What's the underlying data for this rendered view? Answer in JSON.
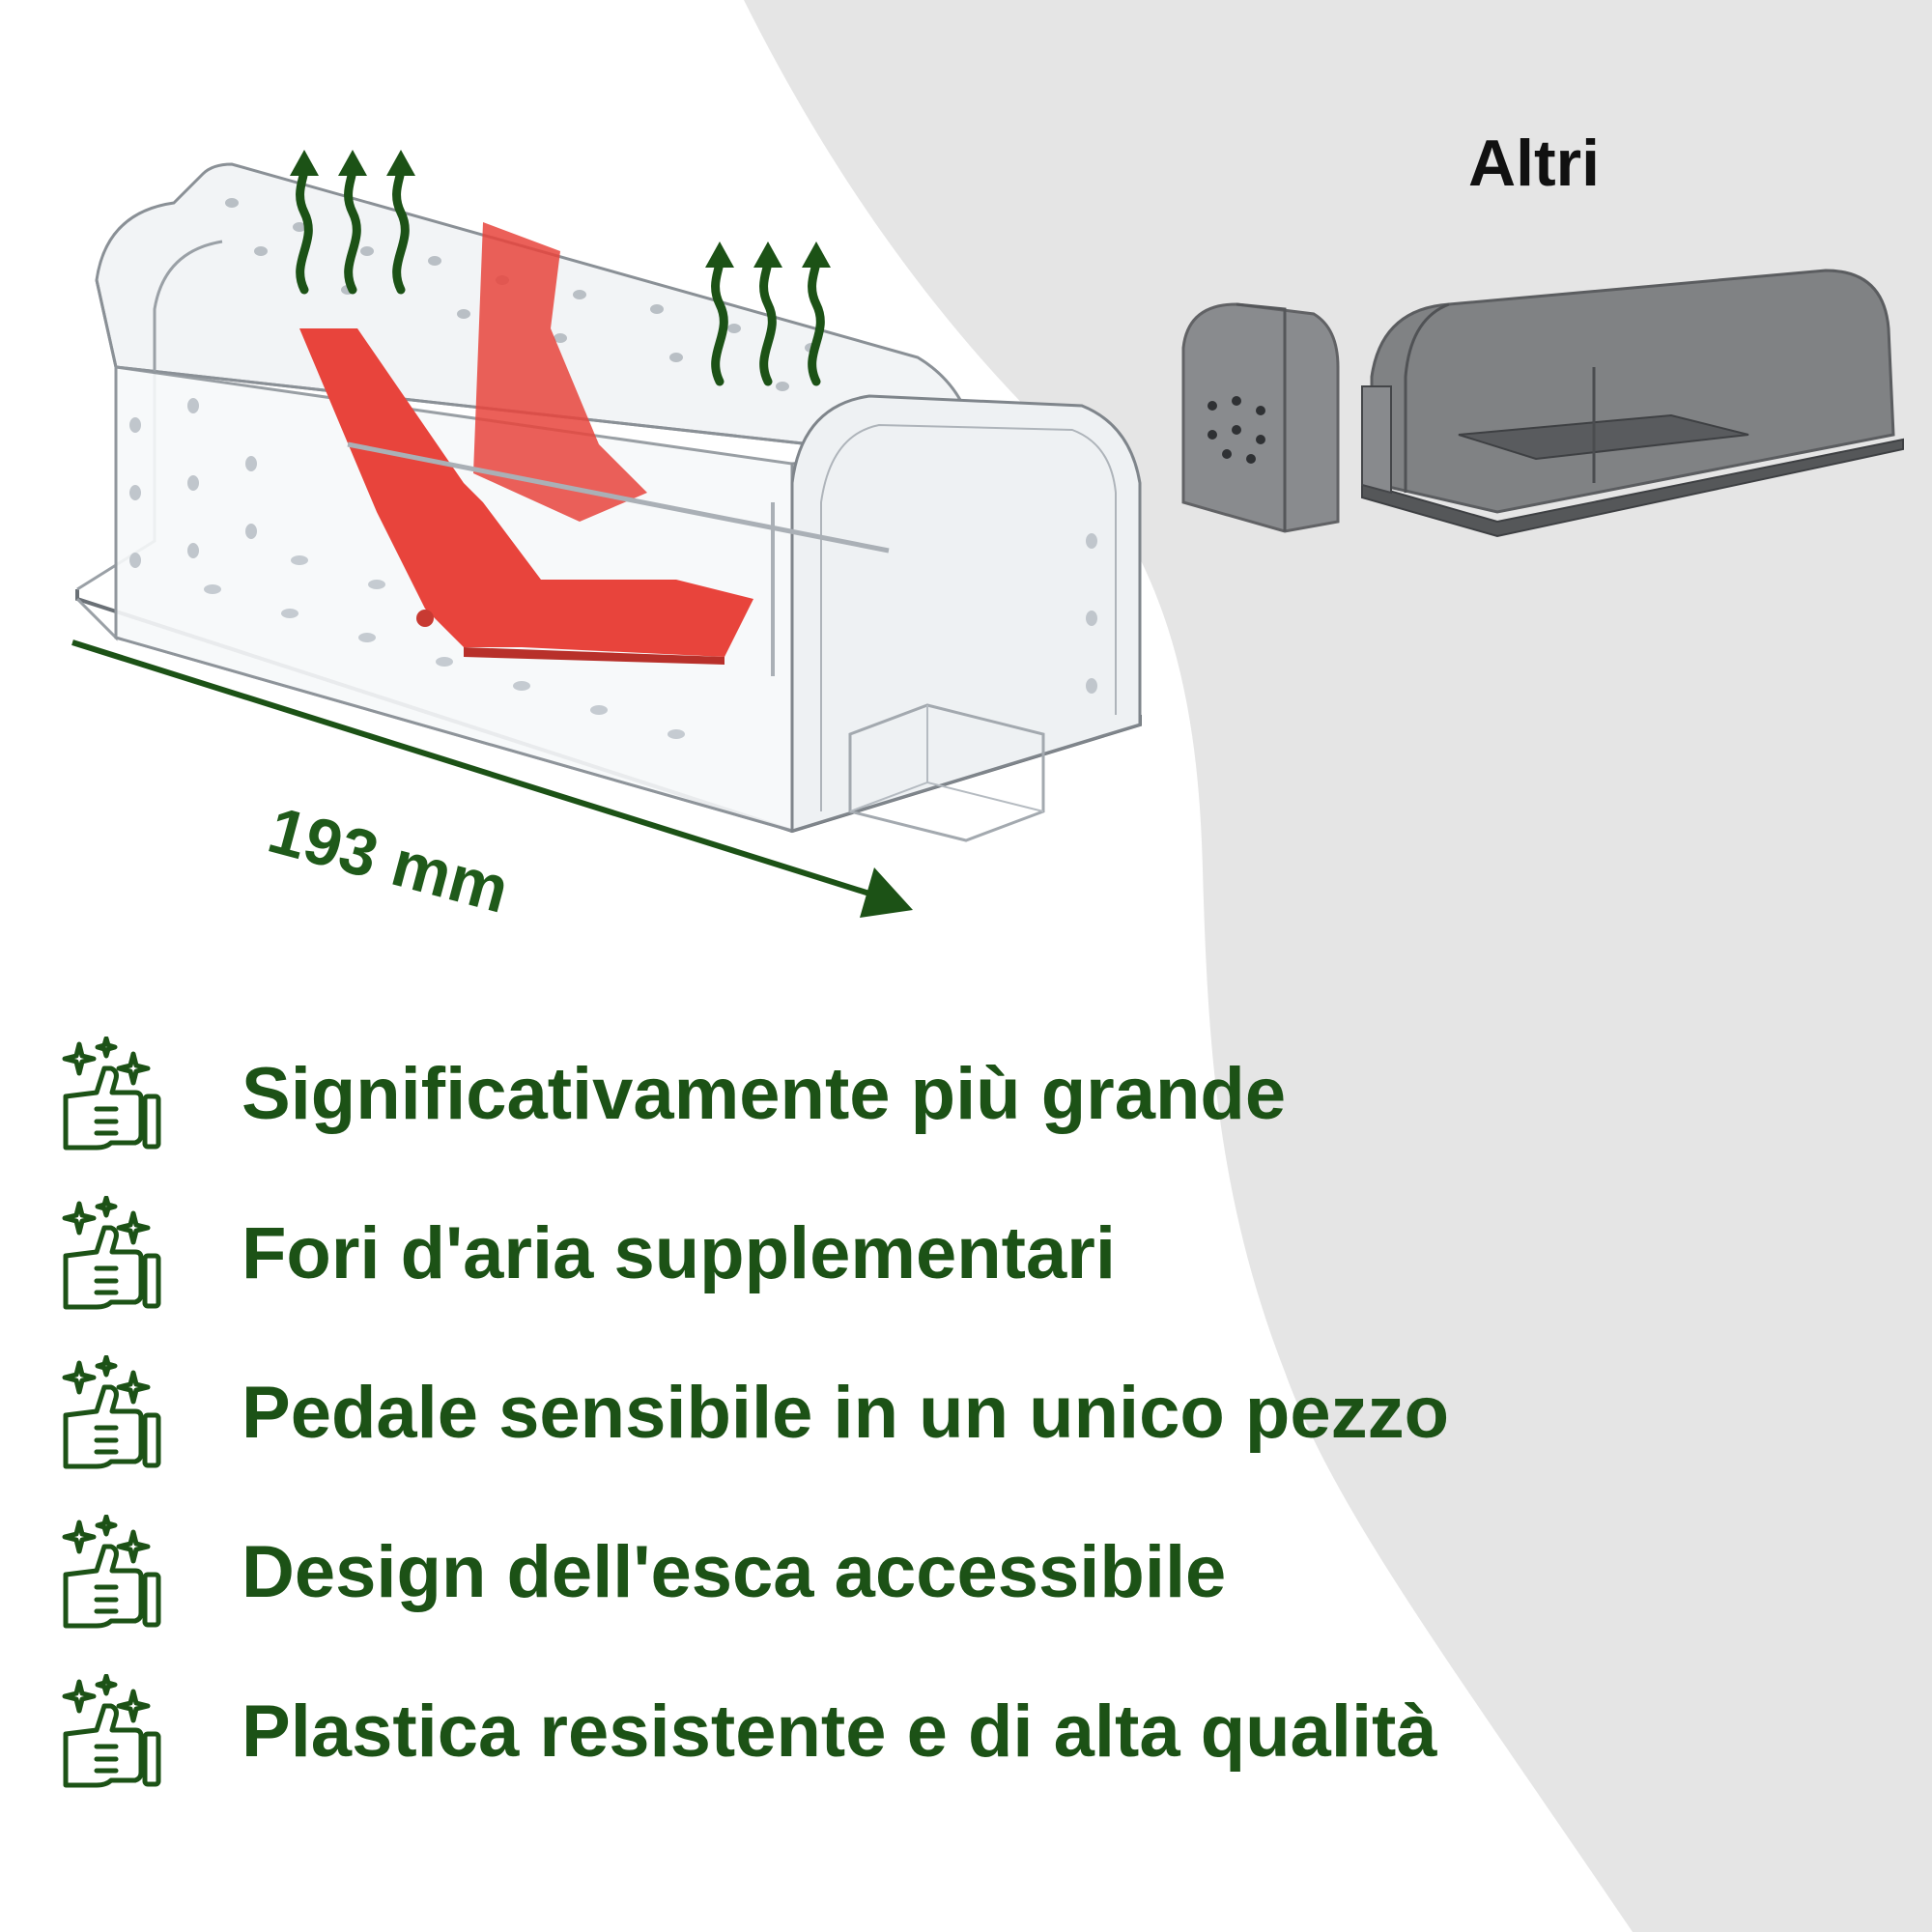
{
  "colors": {
    "accent_green": "#1c5216",
    "right_panel_gray": "#e5e5e5",
    "pedal_red": "#e8443c"
  },
  "dimension": {
    "label": "193 mm"
  },
  "comparison": {
    "title": "Altri"
  },
  "features": [
    {
      "icon": "thumbs-up-sparkle-icon",
      "text": "Significativamente più grande"
    },
    {
      "icon": "thumbs-up-sparkle-icon",
      "text": "Fori d'aria supplementari"
    },
    {
      "icon": "thumbs-up-sparkle-icon",
      "text": "Pedale sensibile in un unico pezzo"
    },
    {
      "icon": "thumbs-up-sparkle-icon",
      "text": "Design dell'esca accessibile"
    },
    {
      "icon": "thumbs-up-sparkle-icon",
      "text": "Plastica resistente e di alta qualità"
    }
  ]
}
